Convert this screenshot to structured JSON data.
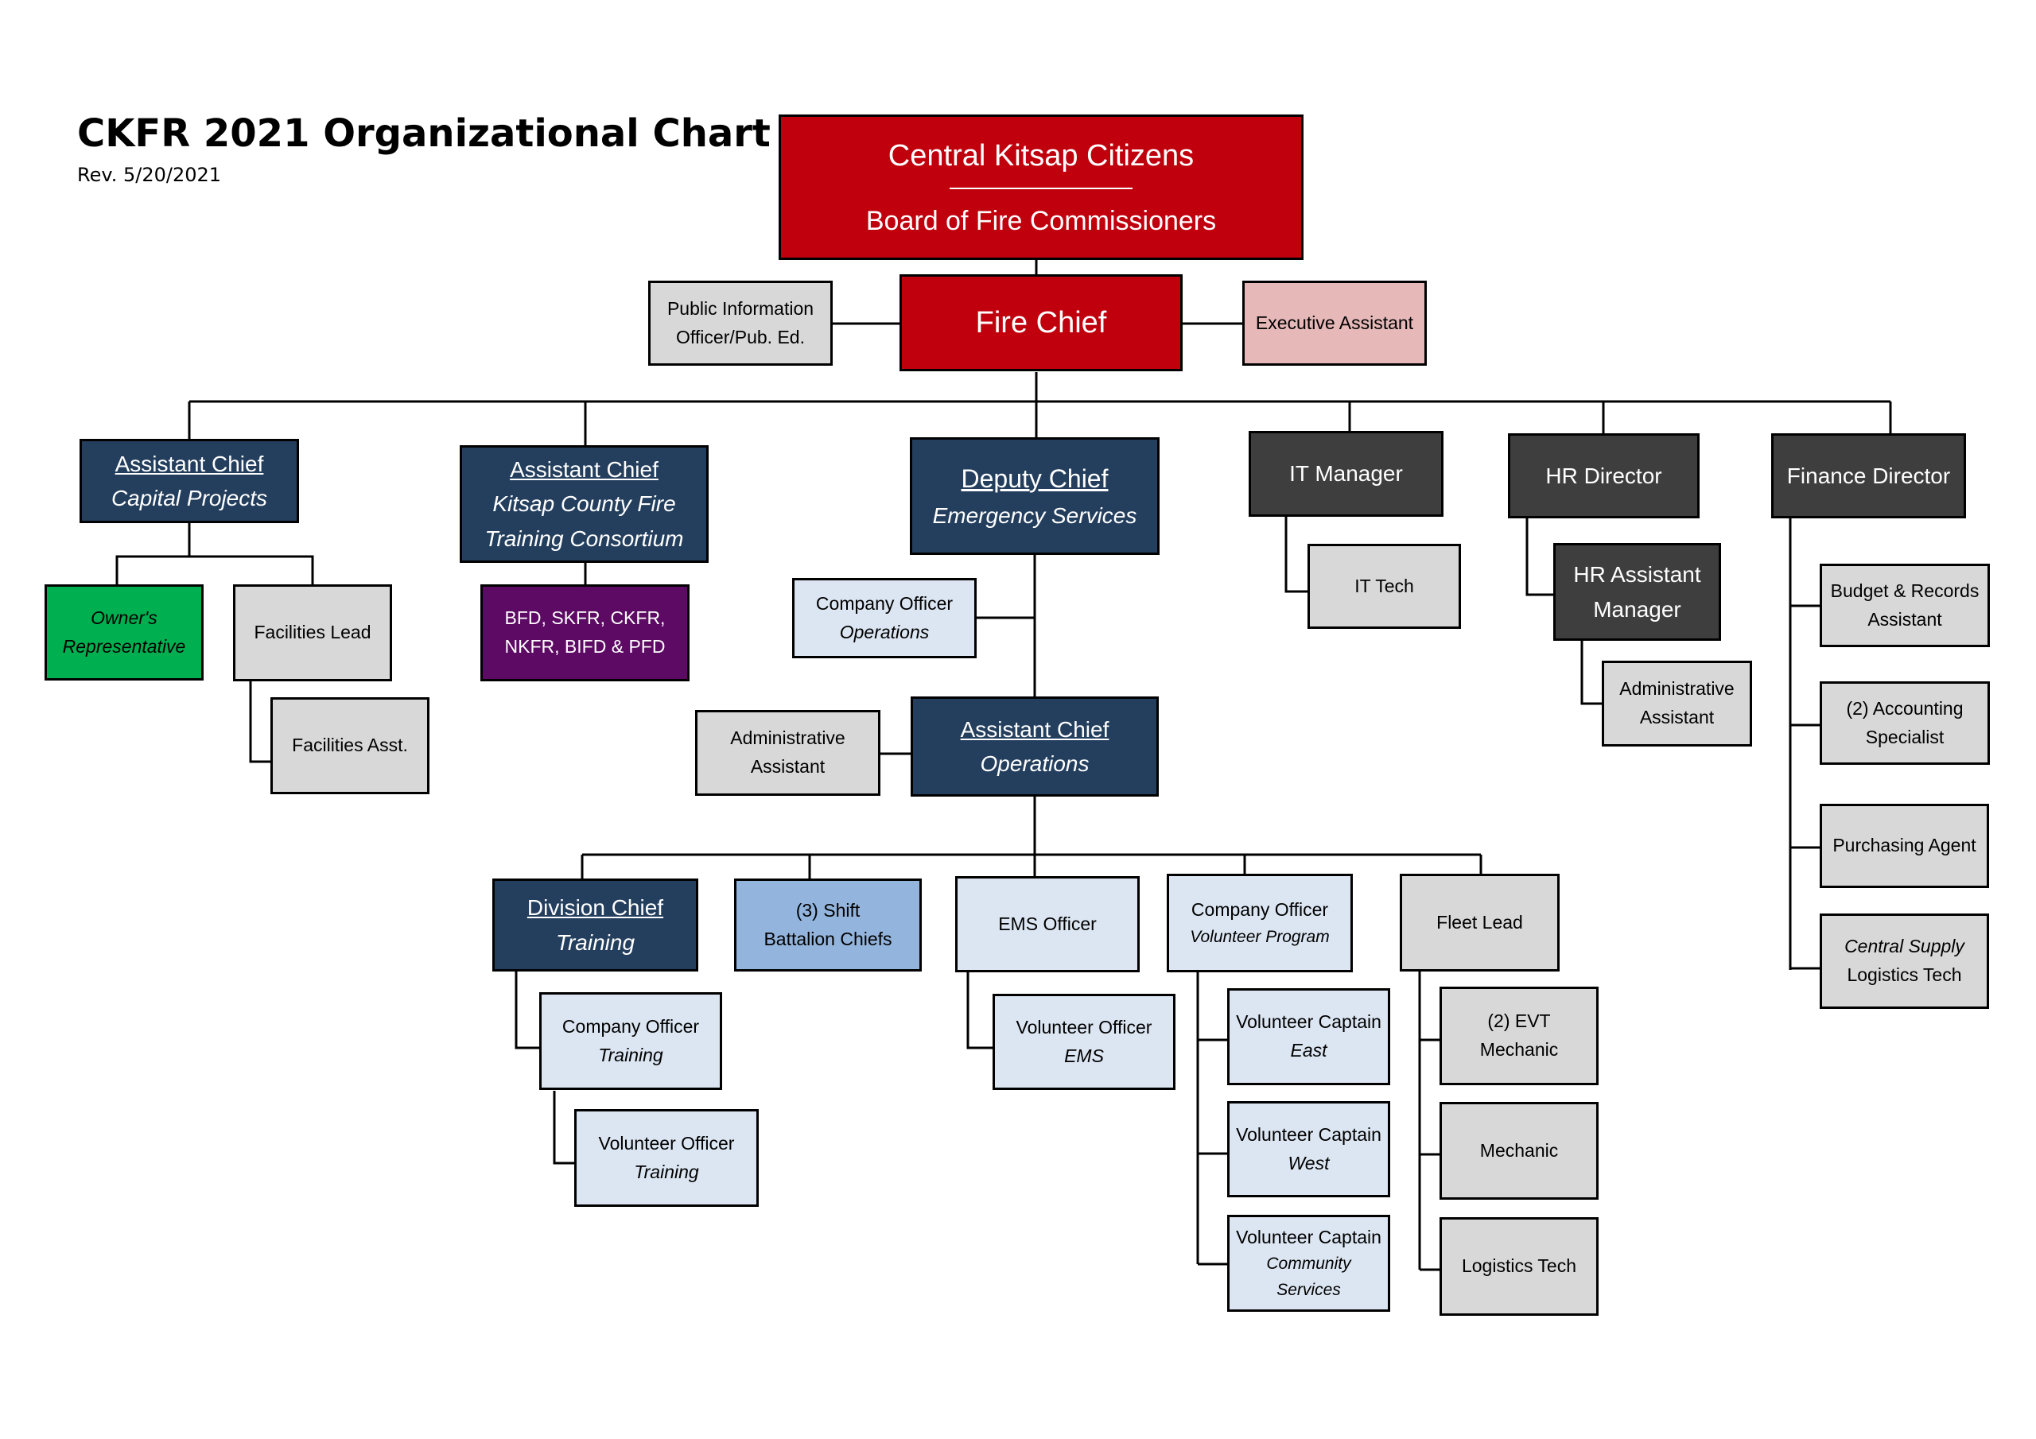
{
  "header": {
    "title": "CKFR 2021 Organizational Chart",
    "revision": "Rev. 5/20/2021"
  },
  "colors": {
    "red": "#c0000d",
    "navy": "#243f5e",
    "dark_gray": "#3e3e3e",
    "light_gray": "#d8d8d8",
    "light_blue": "#dce6f2",
    "medium_blue": "#93b4dc",
    "pink": "#e6b8b8",
    "green": "#00b050",
    "purple": "#5c0a63"
  },
  "top": {
    "citizens": "Central Kitsap Citizens",
    "board": "Board of Fire Commissioners",
    "fire_chief": "Fire Chief",
    "pio": {
      "l1": "Public Information",
      "l2": "Officer/Pub. Ed."
    },
    "executive_assistant": "Executive Assistant"
  },
  "capital_projects": {
    "title": "Assistant Chief",
    "subtitle": "Capital Projects",
    "owners_rep": {
      "l1": "Owner's",
      "l2": "Representative"
    },
    "facilities_lead": "Facilities Lead",
    "facilities_asst": "Facilities Asst."
  },
  "training_consortium": {
    "title": "Assistant Chief",
    "sub1": "Kitsap County Fire",
    "sub2": "Training Consortium",
    "members": {
      "l1": "BFD, SKFR, CKFR,",
      "l2": "NKFR, BIFD & PFD"
    }
  },
  "deputy_chief": {
    "title": "Deputy Chief",
    "subtitle": "Emergency Services",
    "company_officer_ops": {
      "l1": "Company Officer",
      "l2": "Operations"
    }
  },
  "ac_operations": {
    "title": "Assistant Chief",
    "subtitle": "Operations",
    "admin_assistant": {
      "l1": "Administrative",
      "l2": "Assistant"
    }
  },
  "training_division": {
    "title": "Division Chief",
    "subtitle": "Training",
    "company_officer": {
      "l1": "Company Officer",
      "l2": "Training"
    },
    "volunteer_officer": {
      "l1": "Volunteer Officer",
      "l2": "Training"
    }
  },
  "battalion_chiefs": {
    "l1": "(3)  Shift",
    "l2": "Battalion Chiefs"
  },
  "ems": {
    "officer": "EMS Officer",
    "volunteer_officer": {
      "l1": "Volunteer Officer",
      "l2": "EMS"
    }
  },
  "volunteer_program": {
    "l1": "Company Officer",
    "l2": "Volunteer Program",
    "captains": [
      {
        "l1": "Volunteer Captain",
        "l2": "East"
      },
      {
        "l1": "Volunteer Captain",
        "l2": "West"
      },
      {
        "l1": "Volunteer Captain",
        "l2": "Community Services"
      }
    ]
  },
  "fleet": {
    "lead": "Fleet Lead",
    "items": [
      "(2) EVT Mechanic",
      "Mechanic",
      "Logistics Tech"
    ]
  },
  "it": {
    "manager": "IT Manager",
    "tech": "IT Tech"
  },
  "hr": {
    "director": "HR Director",
    "assistant_manager": {
      "l1": "HR Assistant",
      "l2": "Manager"
    },
    "admin_assistant": {
      "l1": "Administrative",
      "l2": "Assistant"
    }
  },
  "finance": {
    "director": "Finance Director",
    "budget": {
      "l1": "Budget & Records",
      "l2": "Assistant"
    },
    "accounting": {
      "l1": "(2) Accounting",
      "l2": "Specialist"
    },
    "purchasing": "Purchasing Agent",
    "central_supply": {
      "l1": "Central Supply",
      "l2": "Logistics Tech"
    }
  }
}
